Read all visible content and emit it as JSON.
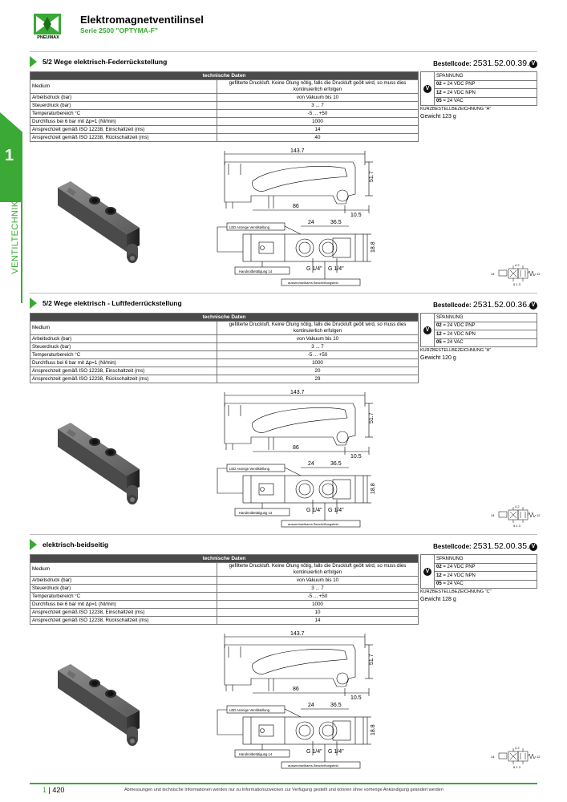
{
  "header": {
    "logo_text": "PNEUMAX",
    "title": "Elektromagnetventilinsel",
    "subtitle": "Serie 2500 \"OPTYMA-F\""
  },
  "side_tab": {
    "number": "1",
    "label": "VENTILTECHNIK"
  },
  "table_header": "technische Daten",
  "voltage": {
    "heading": "SPANNUNG",
    "rows": [
      {
        "code": "02",
        "text": "= 24 VDC PNP"
      },
      {
        "code": "12",
        "text": "= 24 VDC NPN"
      },
      {
        "code": "05",
        "text": "= 24 VAC"
      }
    ]
  },
  "order_label": "Bestellcode:",
  "weight_label": "Gewicht",
  "drawing": {
    "dim_length": "143.7",
    "dim_height": "51.7",
    "dim_86": "86",
    "dim_10_5": "10.5",
    "dim_24": "24",
    "dim_36_5": "36.5",
    "dim_18_8": "18.8",
    "port_g1": "G 1/4\"",
    "port_g2": "G 1/4\"",
    "led_label": "LED Anzeige Ventilstellung",
    "manual_label": "Handnotbetätigung 14",
    "label_field": "auswechselbares Beschriftungsfeld",
    "sym_14": "14",
    "sym_12": "12",
    "sym_42": "4 2",
    "sym_513": "5 1 3"
  },
  "sections": [
    {
      "title": "5/2 Wege elektrisch-Federrückstellung",
      "code": "2531.52.00.39.",
      "short": "KURZBESTELLBEZEICHNUNG \"A\"",
      "weight": "123 g",
      "rows": [
        {
          "label": "Medium",
          "value": "gefilterte Druckluft. Keine Ölung nötig, falls die Druckluft geölt wird, so muss dies kontinuierlich erfolgen"
        },
        {
          "label": "Arbeitsdruck (bar)",
          "value": "von Vakuum bis 10"
        },
        {
          "label": "Steuerdruck (bar)",
          "value": "3 ... 7"
        },
        {
          "label": "Temperaturbereich °C",
          "value": "-5 ... +50"
        },
        {
          "label": "Durchfluss bei 6 bar mit Δp=1 (Nl/min)",
          "value": "1000"
        },
        {
          "label": "Ansprechzeit gemäß ISO 12238, Einschaltzeit (ms)",
          "value": "14"
        },
        {
          "label": "Ansprechzeit gemäß ISO 12238, Rückschaltzeit (ms)",
          "value": "40"
        }
      ]
    },
    {
      "title": "5/2 Wege elektrisch - Luftfederrückstellung",
      "code": "2531.52.00.36.",
      "short": "KURZBESTELLBEZEICHNUNG \"A\"",
      "weight": "120 g",
      "rows": [
        {
          "label": "Medium",
          "value": "gefilterte Druckluft. Keine Ölung nötig, falls die Druckluft geölt wird, so muss dies kontinuierlich erfolgen"
        },
        {
          "label": "Arbeitsdruck (bar)",
          "value": "von Vakuum bis 10"
        },
        {
          "label": "Steuerdruck (bar)",
          "value": "3 ... 7"
        },
        {
          "label": "Temperaturbereich °C",
          "value": "-5 ... +50"
        },
        {
          "label": "Durchfluss bei 6 bar mit Δp=1 (Nl/min)",
          "value": "1000"
        },
        {
          "label": "Ansprechzeit gemäß ISO 12238, Einschaltzeit (ms)",
          "value": "20"
        },
        {
          "label": "Ansprechzeit gemäß ISO 12238, Rückschaltzeit (ms)",
          "value": "29"
        }
      ]
    },
    {
      "title": "elektrisch-beidseitig",
      "code": "2531.52.00.35.",
      "short": "KURZBESTELLBEZEICHNUNG \"C\"",
      "weight": "128 g",
      "rows": [
        {
          "label": "Medium",
          "value": "gefilterte Druckluft. Keine Ölung nötig, falls die Druckluft geölt wird, so muss dies kontinuierlich erfolgen"
        },
        {
          "label": "Arbeitsdruck (bar)",
          "value": "von Vakuum bis 10"
        },
        {
          "label": "Steuerdruck (bar)",
          "value": "3 ... 7"
        },
        {
          "label": "Temperaturbereich °C",
          "value": "-5 ... +50"
        },
        {
          "label": "Durchfluss bei 6 bar mit Δp=1 (Nl/min)",
          "value": "1000"
        },
        {
          "label": "Ansprechzeit gemäß ISO 12238, Einschaltzeit (ms)",
          "value": "10"
        },
        {
          "label": "Ansprechzeit gemäß ISO 12238, Rückschaltzeit (ms)",
          "value": "14"
        }
      ]
    }
  ],
  "footer": {
    "page_chapter": "1",
    "page_number": "420",
    "note": "Abmessungen und technische Informationen werden nur zu Informationszwecken zur Verfügung gestellt und können ohne vorherige Ankündigung geändert werden"
  }
}
